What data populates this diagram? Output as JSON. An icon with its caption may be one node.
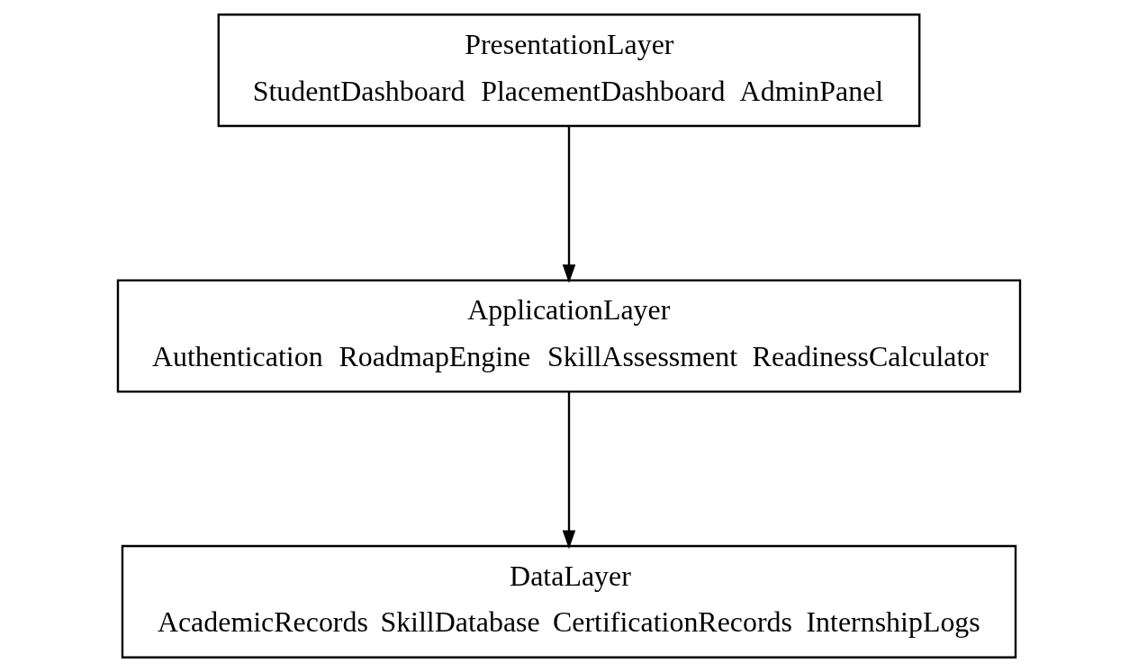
{
  "diagram": {
    "nodes": [
      {
        "text": [
          "PresentationLayer",
          "StudentDashboard",
          "PlacementDashboard",
          "AdminPanel"
        ]
      },
      {
        "text": [
          "ApplicationLayer",
          "Authentication",
          "RoadmapEngine",
          "SkillAssessment",
          "ReadinessCalculator"
        ]
      },
      {
        "text": [
          "DataLayer",
          "AcademicRecords",
          "SkillDatabase",
          "CertificationRecords",
          "InternshipLogs"
        ]
      }
    ],
    "edges": [
      {
        "from": 0,
        "to": 1,
        "arrow": "to"
      },
      {
        "from": 1,
        "to": 2,
        "arrow": "to"
      }
    ]
  }
}
